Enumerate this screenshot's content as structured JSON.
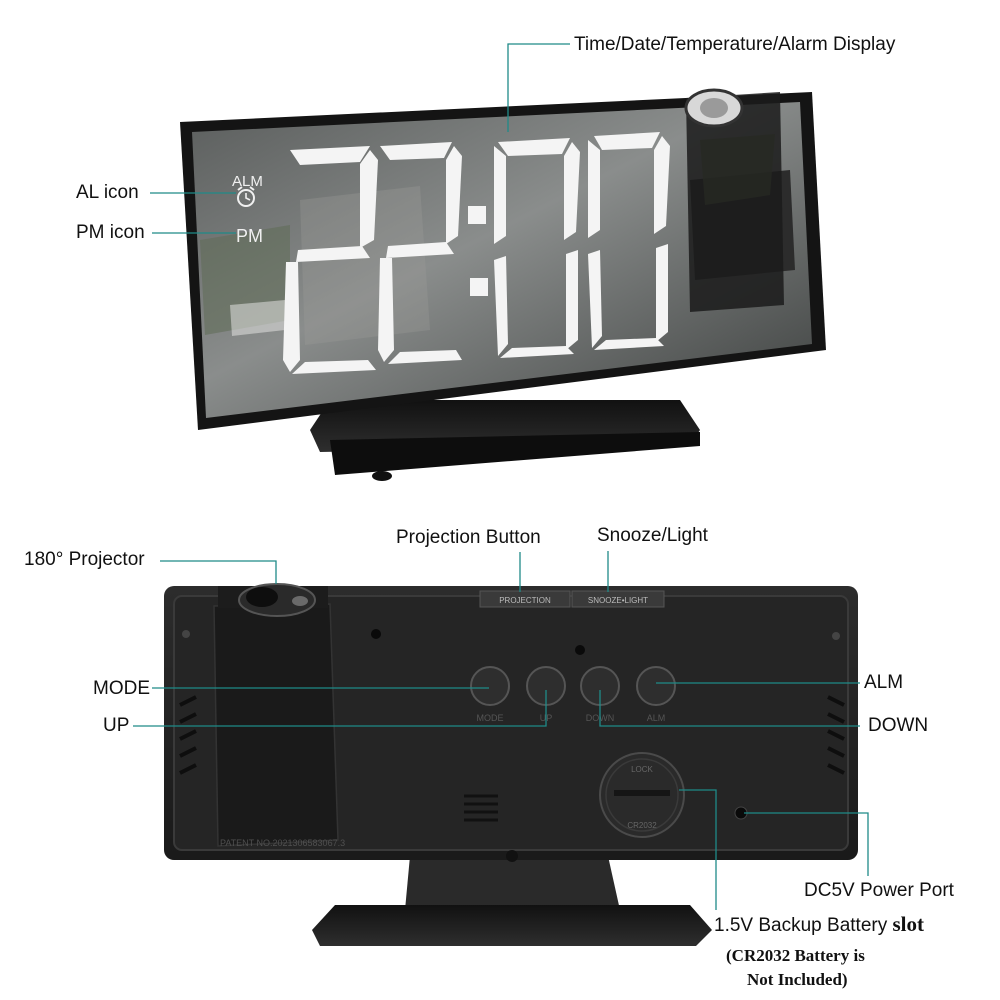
{
  "front": {
    "display_time": "22:00",
    "alm_icon_text": "ALM",
    "pm_icon_text": "PM",
    "callouts": {
      "display": "Time/Date/Temperature/Alarm Display",
      "al_icon": "AL icon",
      "pm_icon": "PM icon"
    }
  },
  "back": {
    "callouts": {
      "projector": "180° Projector",
      "projection_button": "Projection Button",
      "snooze_light": "Snooze/Light",
      "mode": "MODE",
      "up": "UP",
      "alm": "ALM",
      "down": "DOWN",
      "dc_port": "DC5V Power Port",
      "battery_line1": "1.5V Backup Battery",
      "battery_line1_tail": "slot",
      "battery_line2": "(CR2032 Battery is",
      "battery_line3": "Not Included)"
    },
    "button_labels": [
      "MODE",
      "UP",
      "DOWN",
      "ALM"
    ],
    "top_buttons": [
      "PROJECTION",
      "SNOOZE•LIGHT"
    ],
    "battery_cover_text": [
      "LOCK",
      "CR2032"
    ],
    "patent_text": "PATENT NO.2021306583067.3"
  },
  "colors": {
    "leader": "#1f8a88",
    "body": "#1b1b1b",
    "segment": "#f4f4f4"
  }
}
